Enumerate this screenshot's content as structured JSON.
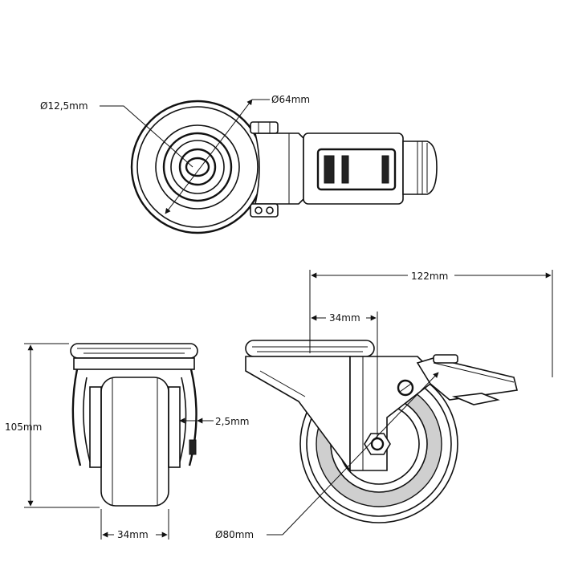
{
  "labels": {
    "axle_diameter": "Ø12,5mm",
    "plate_diameter": "Ø64mm",
    "total_length": "122mm",
    "offset": "34mm",
    "height": "105mm",
    "side_gap": "2,5mm",
    "wheel_width": "34mm",
    "wheel_diameter": "Ø80mm"
  },
  "colors": {
    "line": "#111111",
    "tyre_grey": "#cfcfcf",
    "background": "#ffffff"
  }
}
